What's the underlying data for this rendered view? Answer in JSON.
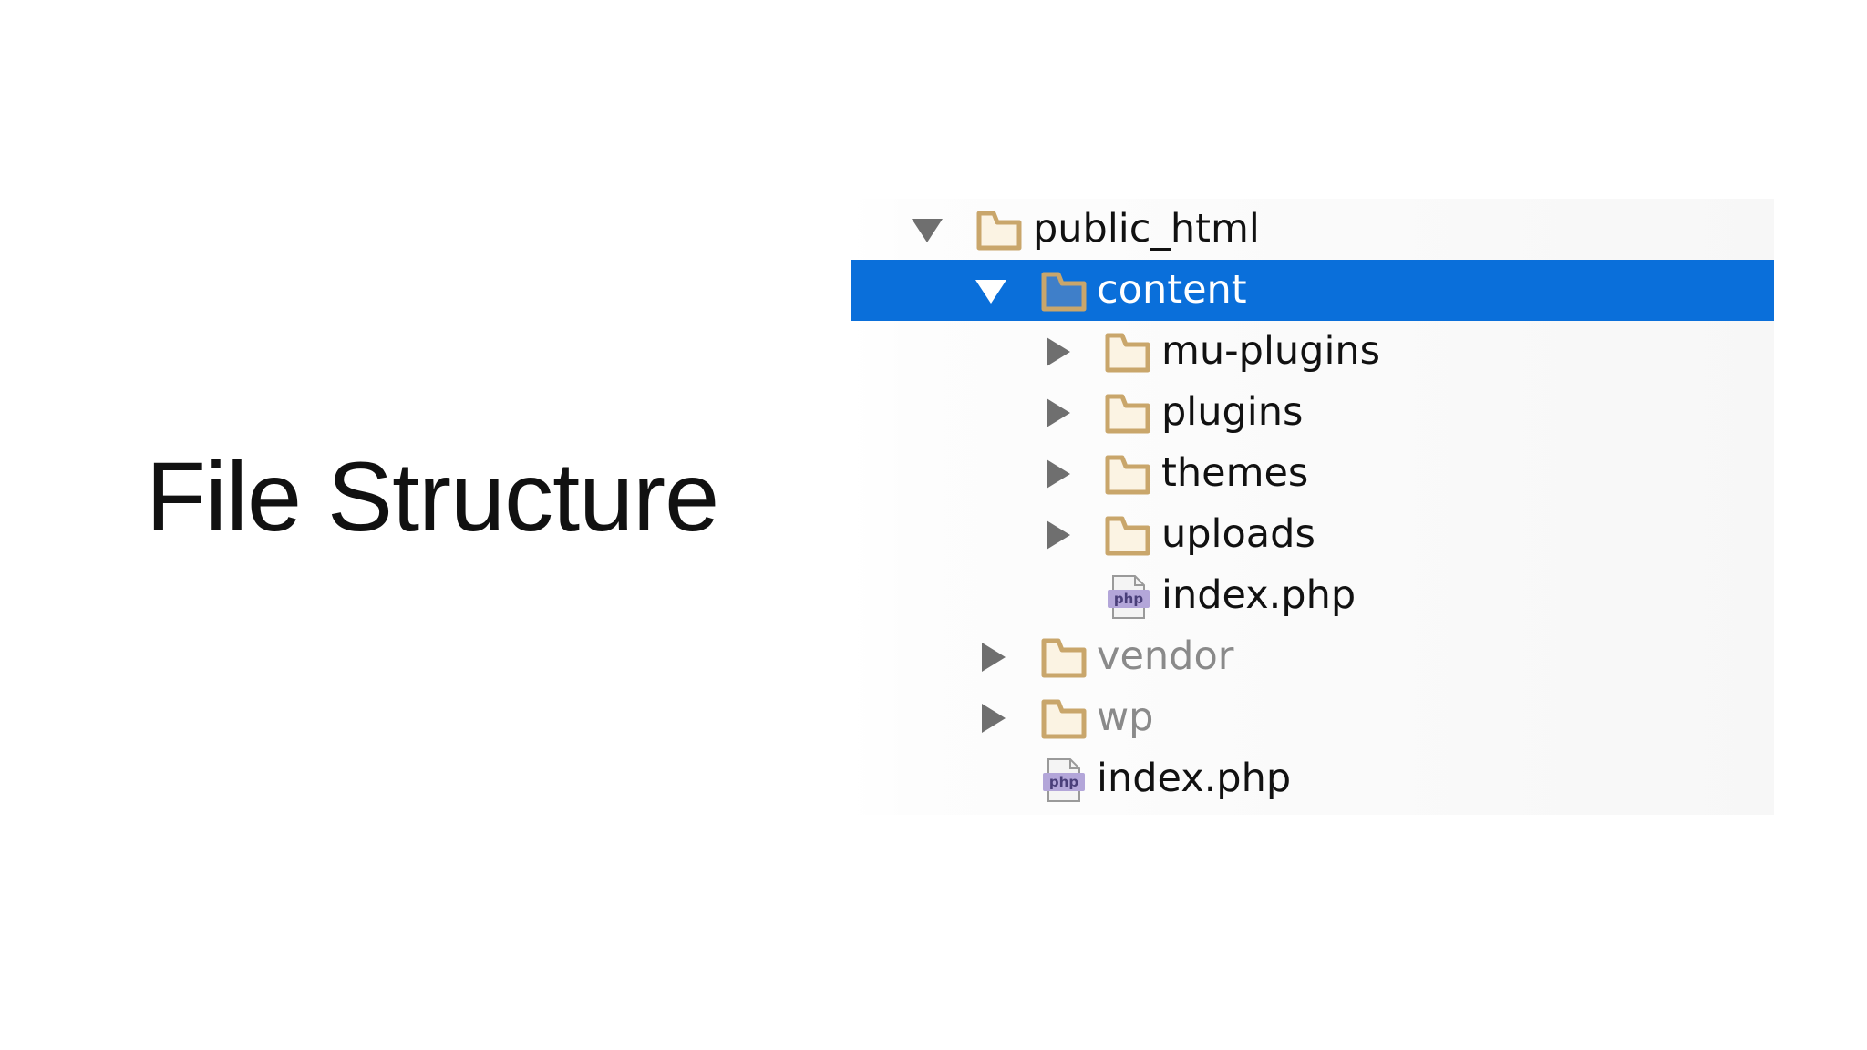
{
  "slide": {
    "title": "File Structure"
  },
  "tree": {
    "nodes": [
      {
        "label": "public_html",
        "type": "folder",
        "depth": 0,
        "state": "expanded",
        "selected": false,
        "excluded": false
      },
      {
        "label": "content",
        "type": "folder",
        "depth": 1,
        "state": "expanded",
        "selected": true,
        "excluded": false
      },
      {
        "label": "mu-plugins",
        "type": "folder",
        "depth": 2,
        "state": "collapsed",
        "selected": false,
        "excluded": false
      },
      {
        "label": "plugins",
        "type": "folder",
        "depth": 2,
        "state": "collapsed",
        "selected": false,
        "excluded": false
      },
      {
        "label": "themes",
        "type": "folder",
        "depth": 2,
        "state": "collapsed",
        "selected": false,
        "excluded": false
      },
      {
        "label": "uploads",
        "type": "folder",
        "depth": 2,
        "state": "collapsed",
        "selected": false,
        "excluded": false
      },
      {
        "label": "index.php",
        "type": "php-file",
        "depth": 2,
        "state": "leaf",
        "selected": false,
        "excluded": false
      },
      {
        "label": "vendor",
        "type": "folder",
        "depth": 1,
        "state": "collapsed",
        "selected": false,
        "excluded": true
      },
      {
        "label": "wp",
        "type": "folder",
        "depth": 1,
        "state": "collapsed",
        "selected": false,
        "excluded": true
      },
      {
        "label": "index.php",
        "type": "php-file",
        "depth": 1,
        "state": "leaf",
        "selected": false,
        "excluded": false
      }
    ],
    "php_icon_text": "php"
  },
  "colors": {
    "selection": "#0a6fda",
    "folder": "#c9a66b",
    "arrow": "#6f6f6f",
    "php_badge": "#b3a6d9"
  },
  "icons": {
    "folder": "folder-icon",
    "php_file": "php-file-icon",
    "expanded": "expand-arrow-down-icon",
    "collapsed": "collapse-arrow-right-icon"
  }
}
